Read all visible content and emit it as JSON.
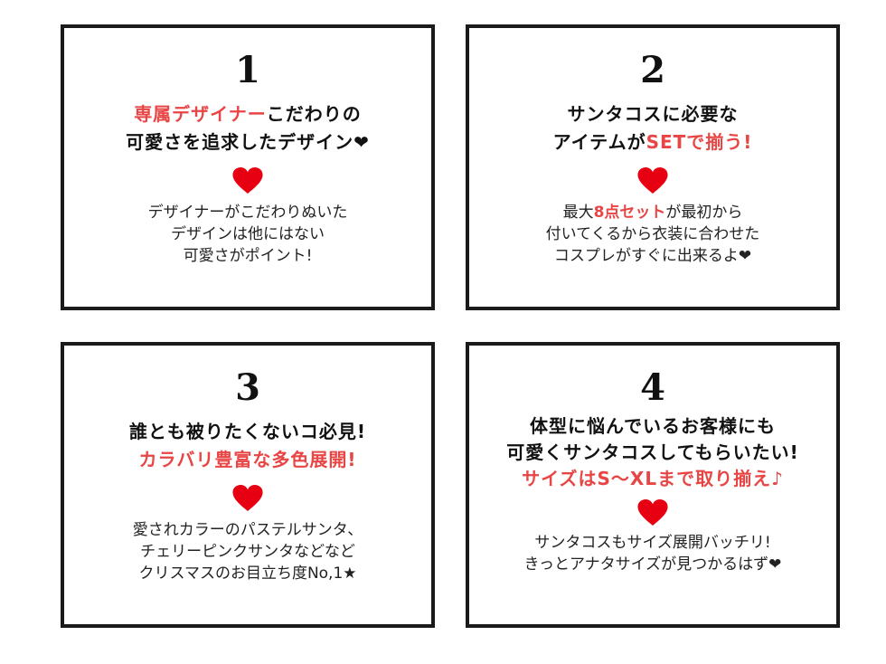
{
  "colors": {
    "accent": "#e84545",
    "border": "#1a1a1a",
    "text": "#222222",
    "heart": "#e60012"
  },
  "cards": [
    {
      "number": "1",
      "headline": [
        {
          "red": "専属デザイナー",
          "black": "こだわりの"
        },
        {
          "black": "可愛さを追求したデザイン❤"
        }
      ],
      "body": [
        "デザイナーがこだわりぬいた",
        "デザインは他にはない",
        "可愛さがポイント!"
      ]
    },
    {
      "number": "2",
      "headline": [
        {
          "black": "サンタコスに必要な"
        },
        {
          "black": "アイテムが",
          "red": "SETで揃う!"
        }
      ],
      "body_line1": {
        "pre": "最大",
        "red": "8点セット",
        "post": "が最初から"
      },
      "body": [
        "付いてくるから衣装に合わせた",
        "コスプレがすぐに出来るよ❤"
      ]
    },
    {
      "number": "3",
      "headline": [
        {
          "black": "誰とも被りたくないコ必見!"
        },
        {
          "red": "カラバリ豊富な多色展開!"
        }
      ],
      "body": [
        "愛されカラーのパステルサンタ、",
        "チェリーピンクサンタなどなど",
        "クリスマスのお目立ち度No,1★"
      ]
    },
    {
      "number": "4",
      "headline": [
        {
          "black": "体型に悩んでいるお客様にも"
        },
        {
          "black": "可愛くサンタコスしてもらいたい!"
        },
        {
          "red": "サイズはS～XLまで取り揃え♪"
        }
      ],
      "body": [
        "サンタコスもサイズ展開バッチリ!",
        "きっとアナタサイズが見つかるはず❤"
      ]
    }
  ]
}
